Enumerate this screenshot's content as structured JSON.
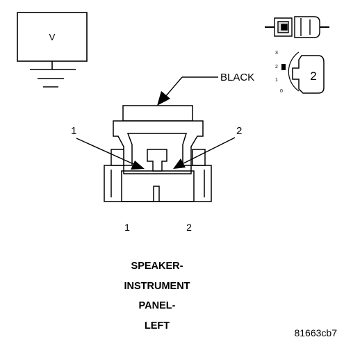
{
  "meter": {
    "label": "V"
  },
  "connector": {
    "color_label": "BLACK",
    "callout_left": "1",
    "callout_right": "2",
    "pin_left": "1",
    "pin_right": "2"
  },
  "connector_icon": {
    "cavity_scale": [
      "3",
      "2",
      "1",
      "0"
    ],
    "cavity_count": "2"
  },
  "caption": {
    "lines": [
      "SPEAKER-",
      "INSTRUMENT",
      "PANEL-",
      "LEFT"
    ]
  },
  "figure_code": "81663cb7"
}
